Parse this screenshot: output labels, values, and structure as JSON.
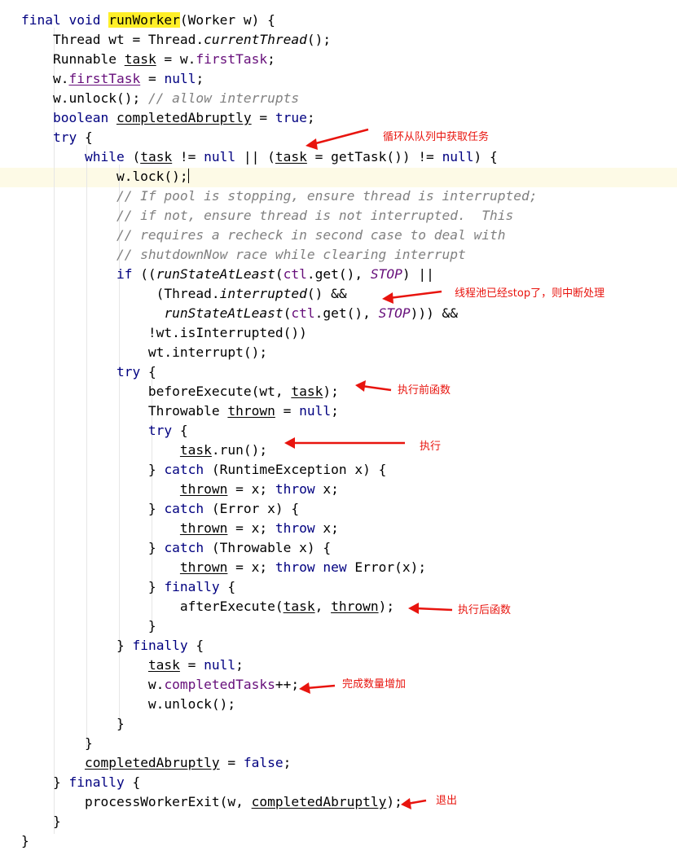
{
  "code": {
    "lines": [
      [
        {
          "t": "final void ",
          "c": "kw"
        },
        {
          "t": "runWorker",
          "c": "hl"
        },
        {
          "t": "(Worker w) {"
        }
      ],
      [
        {
          "t": "    Thread wt = Thread."
        },
        {
          "t": "currentThread",
          "c": "static"
        },
        {
          "t": "();"
        }
      ],
      [
        {
          "t": "    Runnable "
        },
        {
          "t": "task",
          "c": "u"
        },
        {
          "t": " = w."
        },
        {
          "t": "firstTask",
          "c": "fld"
        },
        {
          "t": ";"
        }
      ],
      [
        {
          "t": "    w."
        },
        {
          "t": "firstTask",
          "c": "fld u"
        },
        {
          "t": " = "
        },
        {
          "t": "null",
          "c": "kw"
        },
        {
          "t": ";"
        }
      ],
      [
        {
          "t": "    w.unlock(); "
        },
        {
          "t": "// allow interrupts",
          "c": "cmt"
        }
      ],
      [
        {
          "t": "    boolean ",
          "c": "kw"
        },
        {
          "t": "completedAbruptly",
          "c": "u"
        },
        {
          "t": " = "
        },
        {
          "t": "true",
          "c": "kw"
        },
        {
          "t": ";"
        }
      ],
      [
        {
          "t": "    try ",
          "c": "kw"
        },
        {
          "t": "{"
        }
      ],
      [
        {
          "t": "        while ",
          "c": "kw"
        },
        {
          "t": "("
        },
        {
          "t": "task",
          "c": "u"
        },
        {
          "t": " != "
        },
        {
          "t": "null",
          "c": "kw"
        },
        {
          "t": " || ("
        },
        {
          "t": "task",
          "c": "u"
        },
        {
          "t": " = getTask()) != "
        },
        {
          "t": "null",
          "c": "kw"
        },
        {
          "t": ") {"
        }
      ],
      [
        {
          "t": "            w.lock();"
        },
        {
          "t": "",
          "c": "caret"
        }
      ],
      [
        {
          "t": "            // If pool is stopping, ensure thread is interrupted;",
          "c": "cmt"
        }
      ],
      [
        {
          "t": "            // if not, ensure thread is not interrupted.  This",
          "c": "cmt"
        }
      ],
      [
        {
          "t": "            // requires a recheck in second case to deal with",
          "c": "cmt"
        }
      ],
      [
        {
          "t": "            // shutdownNow race while clearing interrupt",
          "c": "cmt"
        }
      ],
      [
        {
          "t": "            if ",
          "c": "kw"
        },
        {
          "t": "(("
        },
        {
          "t": "runStateAtLeast",
          "c": "static"
        },
        {
          "t": "("
        },
        {
          "t": "ctl",
          "c": "fld"
        },
        {
          "t": ".get(), "
        },
        {
          "t": "STOP",
          "c": "staticfld"
        },
        {
          "t": ") ||"
        }
      ],
      [
        {
          "t": "                 (Thread."
        },
        {
          "t": "interrupted",
          "c": "static"
        },
        {
          "t": "() &&"
        }
      ],
      [
        {
          "t": "                  "
        },
        {
          "t": "runStateAtLeast",
          "c": "static"
        },
        {
          "t": "("
        },
        {
          "t": "ctl",
          "c": "fld"
        },
        {
          "t": ".get(), "
        },
        {
          "t": "STOP",
          "c": "staticfld"
        },
        {
          "t": "))) &&"
        }
      ],
      [
        {
          "t": "                !wt.isInterrupted())"
        }
      ],
      [
        {
          "t": "                wt.interrupt();"
        }
      ],
      [
        {
          "t": "            try ",
          "c": "kw"
        },
        {
          "t": "{"
        }
      ],
      [
        {
          "t": "                beforeExecute(wt, "
        },
        {
          "t": "task",
          "c": "u"
        },
        {
          "t": ");"
        }
      ],
      [
        {
          "t": "                Throwable "
        },
        {
          "t": "thrown",
          "c": "u"
        },
        {
          "t": " = "
        },
        {
          "t": "null",
          "c": "kw"
        },
        {
          "t": ";"
        }
      ],
      [
        {
          "t": "                try ",
          "c": "kw"
        },
        {
          "t": "{"
        }
      ],
      [
        {
          "t": "                    "
        },
        {
          "t": "task",
          "c": "u"
        },
        {
          "t": ".run();"
        }
      ],
      [
        {
          "t": "                } "
        },
        {
          "t": "catch ",
          "c": "kw"
        },
        {
          "t": "(RuntimeException x) {"
        }
      ],
      [
        {
          "t": "                    "
        },
        {
          "t": "thrown",
          "c": "u"
        },
        {
          "t": " = x; "
        },
        {
          "t": "throw ",
          "c": "kw"
        },
        {
          "t": "x;"
        }
      ],
      [
        {
          "t": "                } "
        },
        {
          "t": "catch ",
          "c": "kw"
        },
        {
          "t": "(Error x) {"
        }
      ],
      [
        {
          "t": "                    "
        },
        {
          "t": "thrown",
          "c": "u"
        },
        {
          "t": " = x; "
        },
        {
          "t": "throw ",
          "c": "kw"
        },
        {
          "t": "x;"
        }
      ],
      [
        {
          "t": "                } "
        },
        {
          "t": "catch ",
          "c": "kw"
        },
        {
          "t": "(Throwable x) {"
        }
      ],
      [
        {
          "t": "                    "
        },
        {
          "t": "thrown",
          "c": "u"
        },
        {
          "t": " = x; "
        },
        {
          "t": "throw new ",
          "c": "kw"
        },
        {
          "t": "Error(x);"
        }
      ],
      [
        {
          "t": "                } "
        },
        {
          "t": "finally ",
          "c": "kw"
        },
        {
          "t": "{"
        }
      ],
      [
        {
          "t": "                    afterExecute("
        },
        {
          "t": "task",
          "c": "u"
        },
        {
          "t": ", "
        },
        {
          "t": "thrown",
          "c": "u"
        },
        {
          "t": ");"
        }
      ],
      [
        {
          "t": "                }"
        }
      ],
      [
        {
          "t": "            } "
        },
        {
          "t": "finally ",
          "c": "kw"
        },
        {
          "t": "{"
        }
      ],
      [
        {
          "t": "                "
        },
        {
          "t": "task",
          "c": "u"
        },
        {
          "t": " = "
        },
        {
          "t": "null",
          "c": "kw"
        },
        {
          "t": ";"
        }
      ],
      [
        {
          "t": "                w."
        },
        {
          "t": "completedTasks",
          "c": "fld"
        },
        {
          "t": "++;"
        }
      ],
      [
        {
          "t": "                w.unlock();"
        }
      ],
      [
        {
          "t": "            }"
        }
      ],
      [
        {
          "t": "        }"
        }
      ],
      [
        {
          "t": "        "
        },
        {
          "t": "completedAbruptly",
          "c": "u"
        },
        {
          "t": " = "
        },
        {
          "t": "false",
          "c": "kw"
        },
        {
          "t": ";"
        }
      ],
      [
        {
          "t": "    } "
        },
        {
          "t": "finally ",
          "c": "kw"
        },
        {
          "t": "{"
        }
      ],
      [
        {
          "t": "        processWorkerExit(w, "
        },
        {
          "t": "completedAbruptly",
          "c": "u"
        },
        {
          "t": ");"
        }
      ],
      [
        {
          "t": "    }"
        }
      ],
      [
        {
          "t": "}"
        }
      ]
    ]
  },
  "annotations": {
    "get_task": "循环从队列中获取任务",
    "pool_stop": "线程池已经stop了，则中断处理",
    "before_execute": "执行前函数",
    "execute": "执行",
    "after_execute": "执行后函数",
    "completed_increment": "完成数量增加",
    "exit": "退出"
  },
  "colors": {
    "keyword": "#000080",
    "field": "#660e7a",
    "comment": "#808080",
    "highlight": "#ffef28",
    "annotation": "#e8140e",
    "current_line": "#fdfae6"
  }
}
